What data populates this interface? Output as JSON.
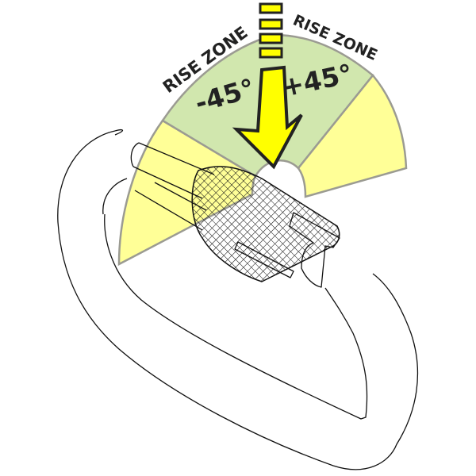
{
  "labels": {
    "rise_zone_left": "RISE ZONE",
    "rise_zone_right": "RISE ZONE",
    "minus_angle": "-45°",
    "plus_angle": "+45°"
  },
  "colors": {
    "rise_zone": "#c9e3a0",
    "outer_zone": "#ffff85",
    "arrow": "#ffff00",
    "outline": "#222222"
  }
}
